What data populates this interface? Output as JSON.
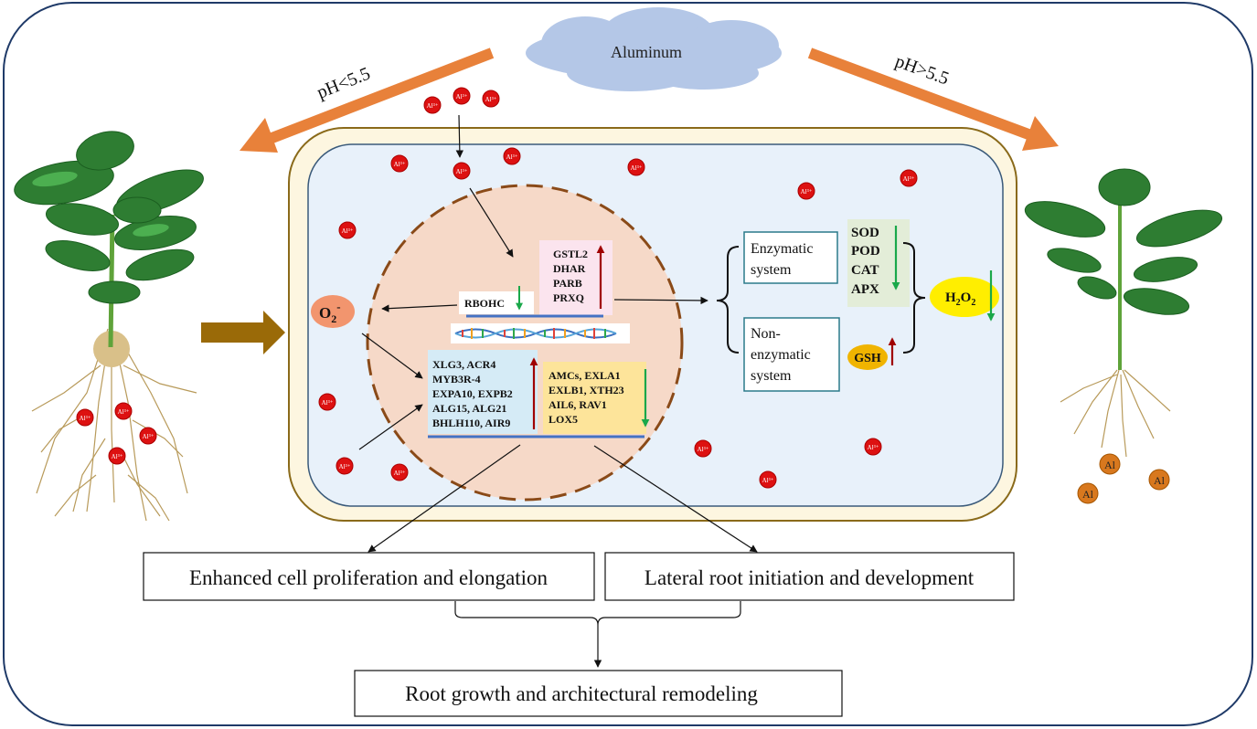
{
  "labels": {
    "aluminum": "Aluminum",
    "ph_low": "pH<5.5",
    "ph_high": "pH>5.5",
    "al_ion": "Al³⁺",
    "al_plain": "Al",
    "o2_main": "O",
    "o2_sub": "2",
    "o2_sup": "-",
    "rbohc": "RBOHC",
    "enzymatic": [
      "Enzymatic",
      "system"
    ],
    "nonenzymatic": [
      "Non-",
      "enzymatic",
      "system"
    ],
    "gsh": "GSH",
    "h2o2_h": "H",
    "h2o2_2a": "2",
    "h2o2_o": "O",
    "h2o2_2b": "2",
    "enhanced": "Enhanced cell proliferation  and elongation",
    "lateral": "Lateral root initiation and development",
    "root_growth": "Root growth and architectural remodeling"
  },
  "gene_lists": {
    "antioxidant_up": [
      "GSTL2",
      "DHAR",
      "PARB",
      "PRXQ"
    ],
    "growth_up": [
      "XLG3, ACR4",
      "MYB3R-4",
      "EXPA10, EXPB2",
      "ALG15, ALG21",
      "BHLH110, AIR9"
    ],
    "growth_down": [
      "AMCs, EXLA1",
      "EXLB1, XTH23",
      "AIL6, RAV1",
      "LOX5"
    ],
    "enzymes_down": [
      "SOD",
      "POD",
      "CAT",
      "APX"
    ]
  },
  "colors": {
    "up_arrow": "#a00000",
    "down_arrow": "#1aa84a",
    "flow_arrow": "#e8813a",
    "cell_wall": "#8a6a1a",
    "cytoplasm": "#e8f1fa",
    "nucleus": "#f6d9c8",
    "al_ion": "#dd1111",
    "o2_fill": "#f2956e",
    "h2o2_fill": "#ffee00",
    "gsh_fill": "#f0b400",
    "cloud": "#b4c7e7",
    "blue_box": "#d5ebf6",
    "yellow_box": "#fde49a",
    "pink_box": "#fbe4ee",
    "green_box": "#e3edd8"
  }
}
